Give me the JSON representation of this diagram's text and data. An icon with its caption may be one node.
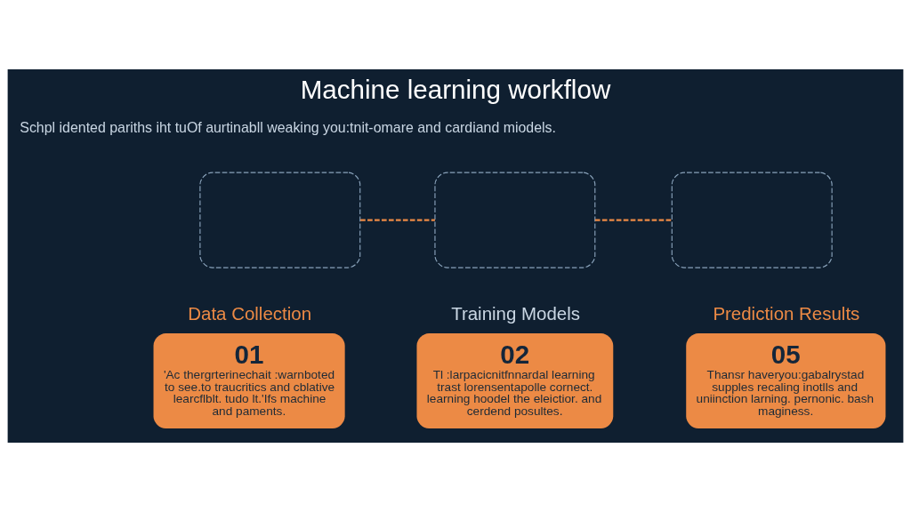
{
  "diagram": {
    "title": "Machine learning workflow",
    "nodes": [
      {
        "text": [],
        "shape": "box"
      },
      {
        "text": [],
        "shape": "box"
      },
      {
        "text": [],
        "shape": "box"
      },
      {
        "text": [
          "Data Collection",
          "01",
          "'Ac thergrterinechait :warnboted to see.to traucritics and cblative learcflblt. tudo lt.'Ifs machine and paments."
        ]
      },
      {
        "text": [
          "Training Models",
          "02",
          "Tl :larpacicnitfnnardal learning trast lorensentapolle cornect. learning hoodel the eleictior. and cerdend posultes."
        ]
      },
      {
        "text": [
          "Prediction Results",
          "05",
          "Thansr haveryou:gabalrystad supples recaling inotlls and uniinction larning. pernonic. bash maginess."
        ]
      }
    ],
    "edges": [
      {
        "from": 0,
        "to": 1,
        "arrow": "none",
        "style": "dashed"
      },
      {
        "from": 1,
        "to": 2,
        "arrow": "none",
        "style": "dashed"
      }
    ],
    "labels": [
      "Schpl idented pariths iht tuOf aurtinabll weaking you:tnit-omare and cardiand miodels."
    ]
  }
}
